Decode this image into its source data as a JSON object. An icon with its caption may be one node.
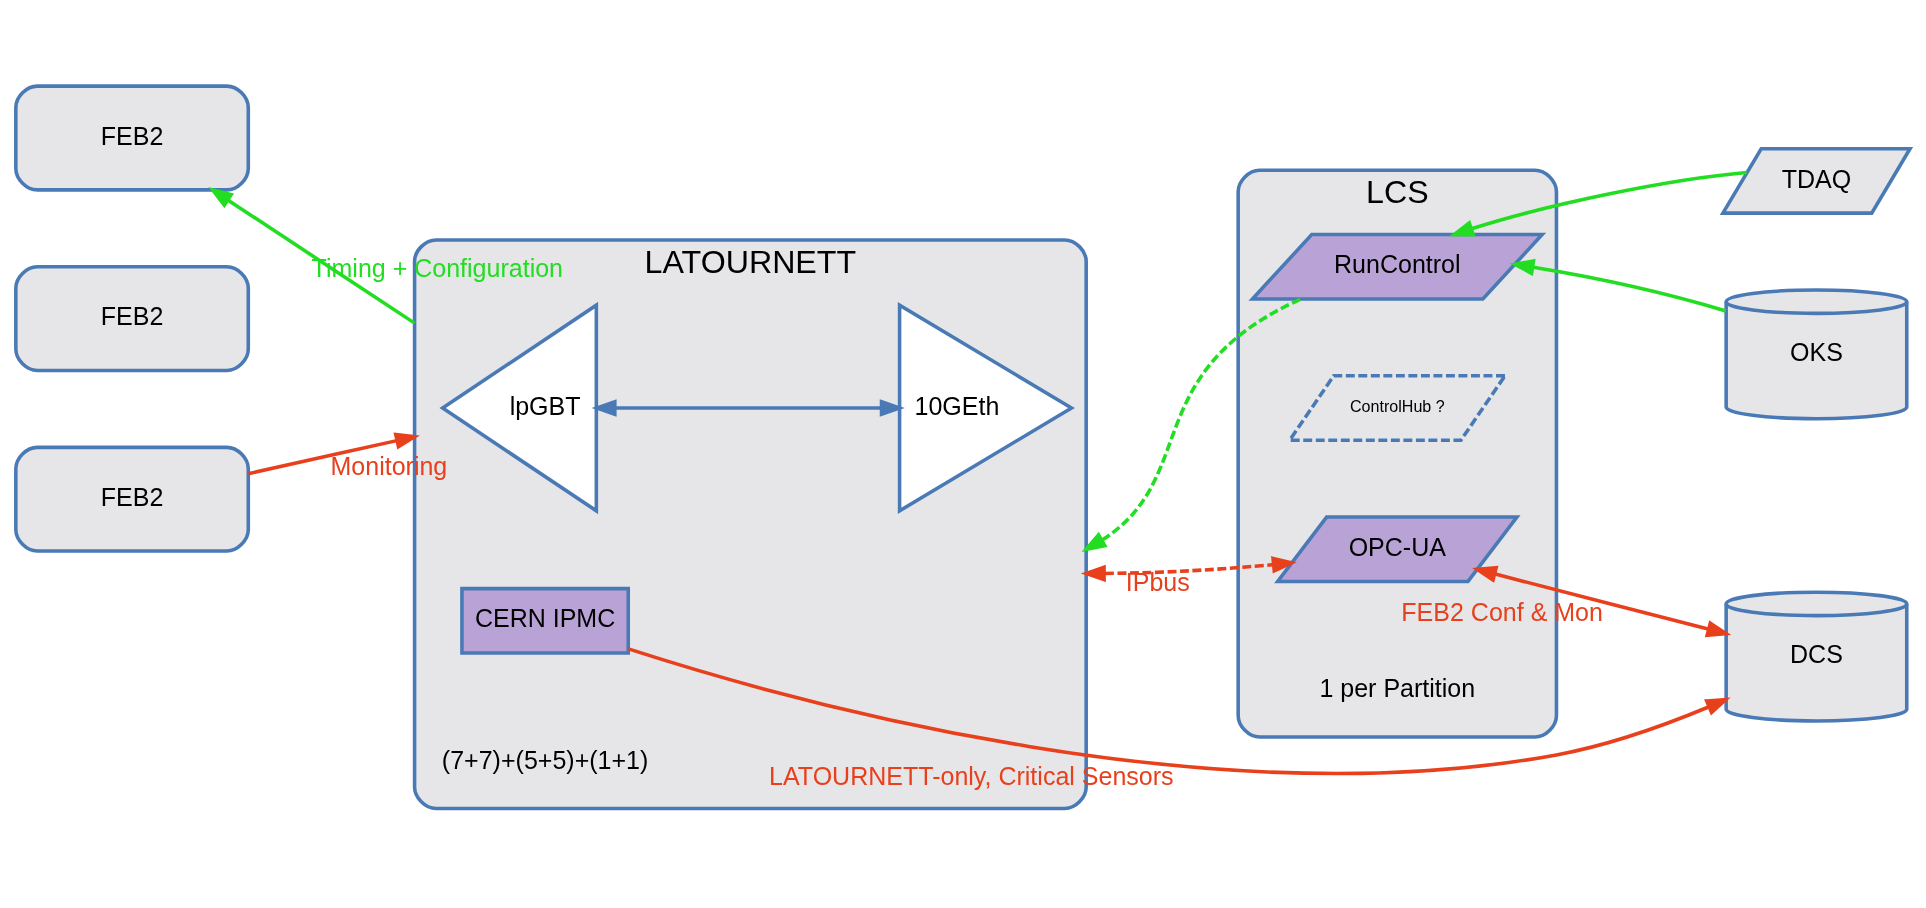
{
  "diagram": {
    "nodes": [
      {
        "text": [
          "FEB2"
        ]
      },
      {
        "text": [
          "FEB2"
        ]
      },
      {
        "text": [
          "FEB2"
        ]
      },
      {
        "text": [
          "LATOURNETT"
        ],
        "beside": [
          "(7+7)+(5+5)+(1+1)"
        ]
      },
      {
        "text": [
          "lpGBT"
        ],
        "in": 3
      },
      {
        "text": [
          "10GEth"
        ],
        "in": 3
      },
      {
        "text": [
          "CERN IPMC"
        ],
        "in": 3
      },
      {
        "text": [
          "LCS"
        ],
        "beside": [
          "1 per Partition"
        ]
      },
      {
        "text": [
          "RunControl"
        ],
        "in": 7
      },
      {
        "text": [
          "ControlHub ?"
        ],
        "in": 7
      },
      {
        "text": [
          "OPC-UA"
        ],
        "in": 7
      },
      {
        "text": [
          "TDAQ"
        ]
      },
      {
        "text": [
          "OKS"
        ]
      },
      {
        "text": [
          "DCS"
        ]
      }
    ],
    "edges": [
      {
        "from": 3,
        "to": 0,
        "arrow": "to",
        "label": "Timing + Configuration",
        "color": "#22dd22"
      },
      {
        "from": 2,
        "to": 3,
        "arrow": "to",
        "label": "Monitoring",
        "color": "#e8401c"
      },
      {
        "from": 4,
        "to": 5,
        "arrow": "both",
        "color": "#4a7ab5"
      },
      {
        "from": 8,
        "to": 3,
        "arrow": "to",
        "style": "dashed",
        "color": "#22dd22"
      },
      {
        "from": 3,
        "to": 10,
        "arrow": "both",
        "label": "IPbus",
        "style": "dashed",
        "color": "#e8401c"
      },
      {
        "from": 11,
        "to": 8,
        "arrow": "to",
        "color": "#22dd22"
      },
      {
        "from": 12,
        "to": 8,
        "arrow": "to",
        "color": "#22dd22"
      },
      {
        "from": 10,
        "to": 13,
        "arrow": "both",
        "label": "FEB2 Conf & Mon",
        "color": "#e8401c"
      },
      {
        "from": 6,
        "to": 13,
        "arrow": "to",
        "label": "LATOURNETT-only, Critical Sensors",
        "color": "#e8401c"
      }
    ]
  }
}
